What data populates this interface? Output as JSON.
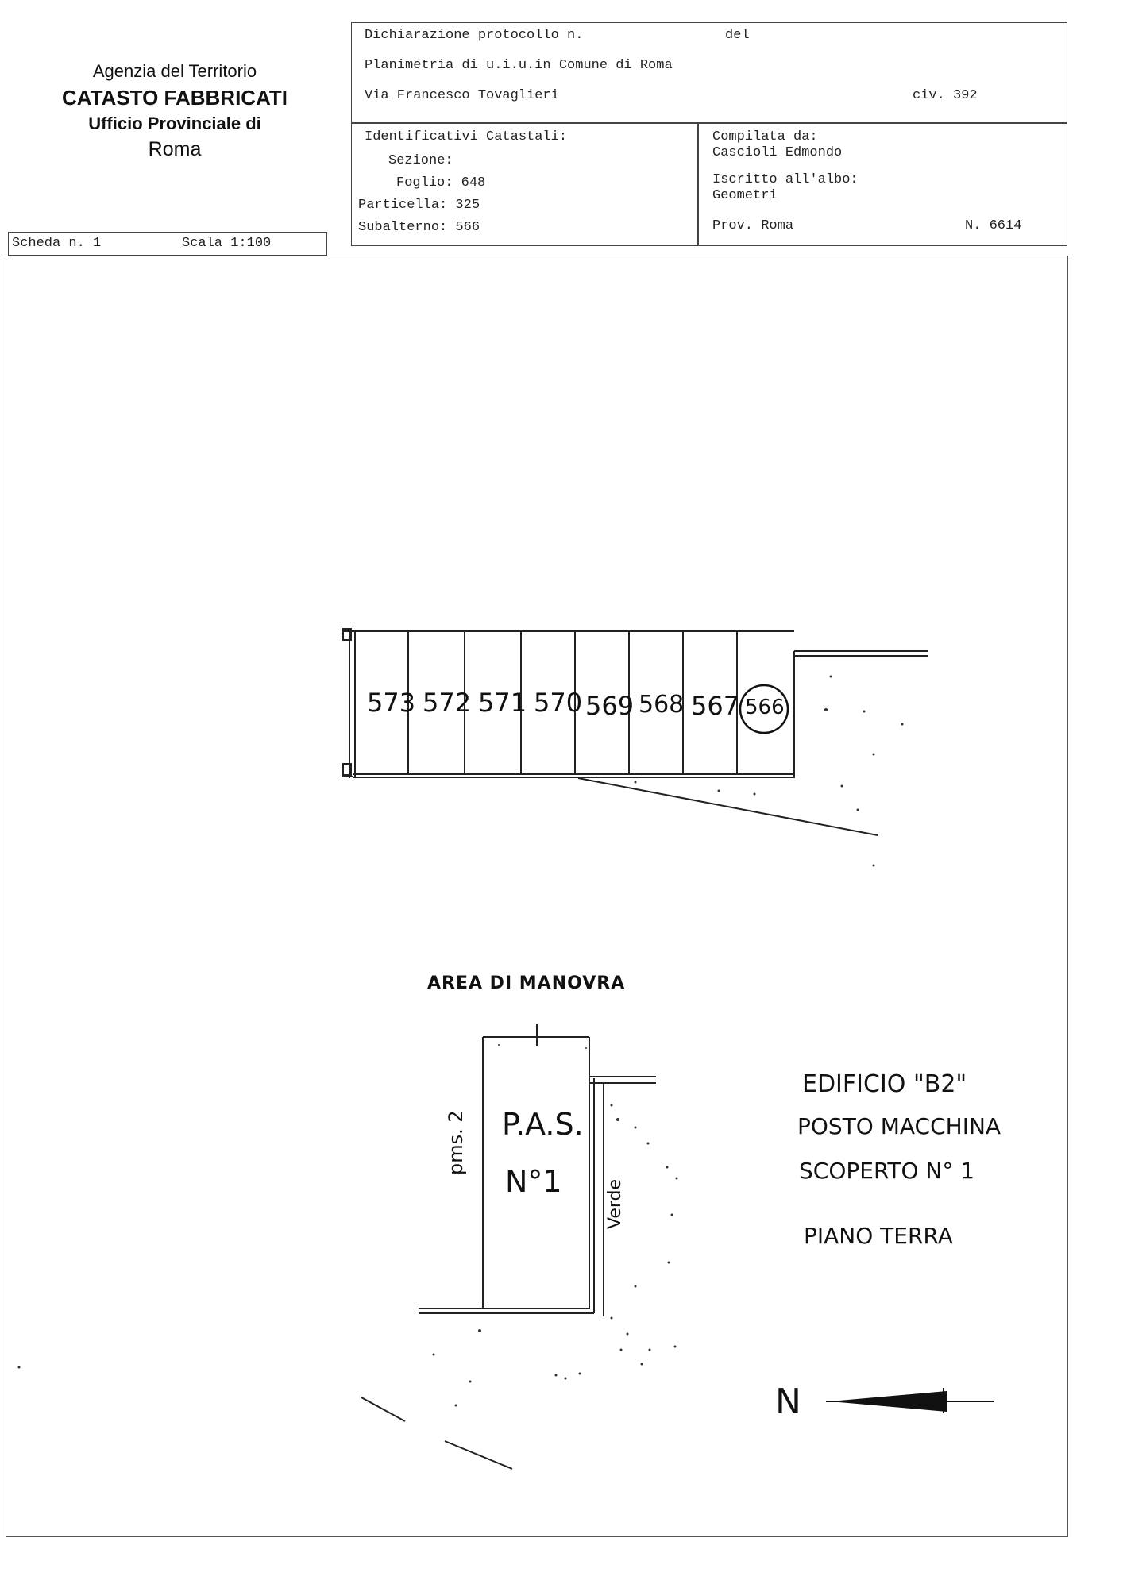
{
  "header": {
    "agency_line1": "Agenzia del Territorio",
    "agency_line2": "CATASTO FABBRICATI",
    "agency_line3": "Ufficio Provinciale di",
    "agency_line4": "Roma",
    "scheda": "Scheda n. 1",
    "scala": "Scala 1:100"
  },
  "declaration": {
    "protocollo": "Dichiarazione protocollo n.",
    "del": "del",
    "planimetria": "Planimetria di u.i.u.in Comune di Roma",
    "via": "Via Francesco Tovaglieri",
    "civ": "civ. 392"
  },
  "identificativi": {
    "title": "Identificativi Catastali:",
    "sezione": "Sezione:",
    "foglio": "Foglio: 648",
    "particella": "Particella: 325",
    "subalterno": "Subalterno: 566"
  },
  "compilata": {
    "label": "Compilata da:",
    "name": "Cascioli Edmondo",
    "iscritto": "Iscritto all'albo:",
    "albo": "Geometri",
    "prov": "Prov. Roma",
    "numero": "N. 6614"
  },
  "plan": {
    "stalls": [
      "573",
      "572",
      "571",
      "570",
      "569",
      "568",
      "567",
      "566"
    ],
    "highlighted_stall": "566",
    "area_label": "AREA DI MANOVRA",
    "pas_line1": "P.A.S.",
    "pas_line2": "N°1",
    "side_label_left": "pms. 2",
    "side_label_right": "Verde",
    "edificio": "EDIFICIO \"B2\"",
    "posto": "POSTO MACCHINA",
    "scoperto": "SCOPERTO N° 1",
    "piano": "PIANO TERRA",
    "north": "N"
  }
}
